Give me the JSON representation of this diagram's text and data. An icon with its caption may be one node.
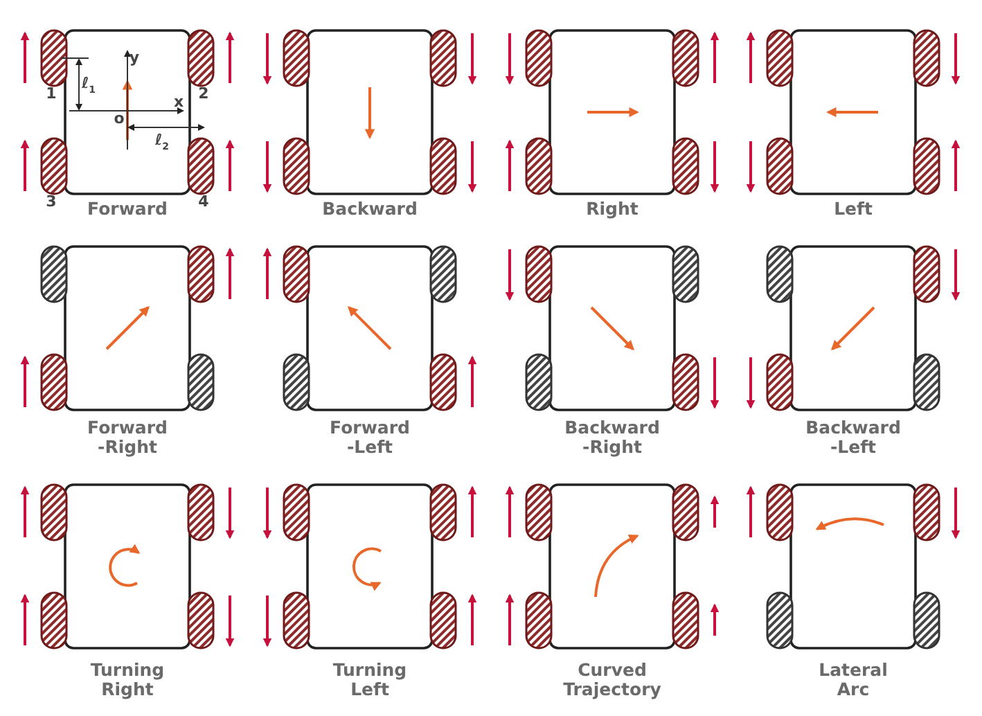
{
  "diagram": {
    "labels": [
      "y",
      "1",
      "ℓ$_{1}$",
      "x",
      "2",
      "o",
      "ℓ$_{2}$",
      "3",
      "Forward",
      "4",
      "Backward",
      "Right",
      "Left",
      "Forward -Right",
      "Forward -Left",
      "Backward -Right",
      "Backward -Left",
      "Turning Right",
      "Turning Left",
      "Curved Trajectory",
      "Lateral Arc"
    ]
  }
}
